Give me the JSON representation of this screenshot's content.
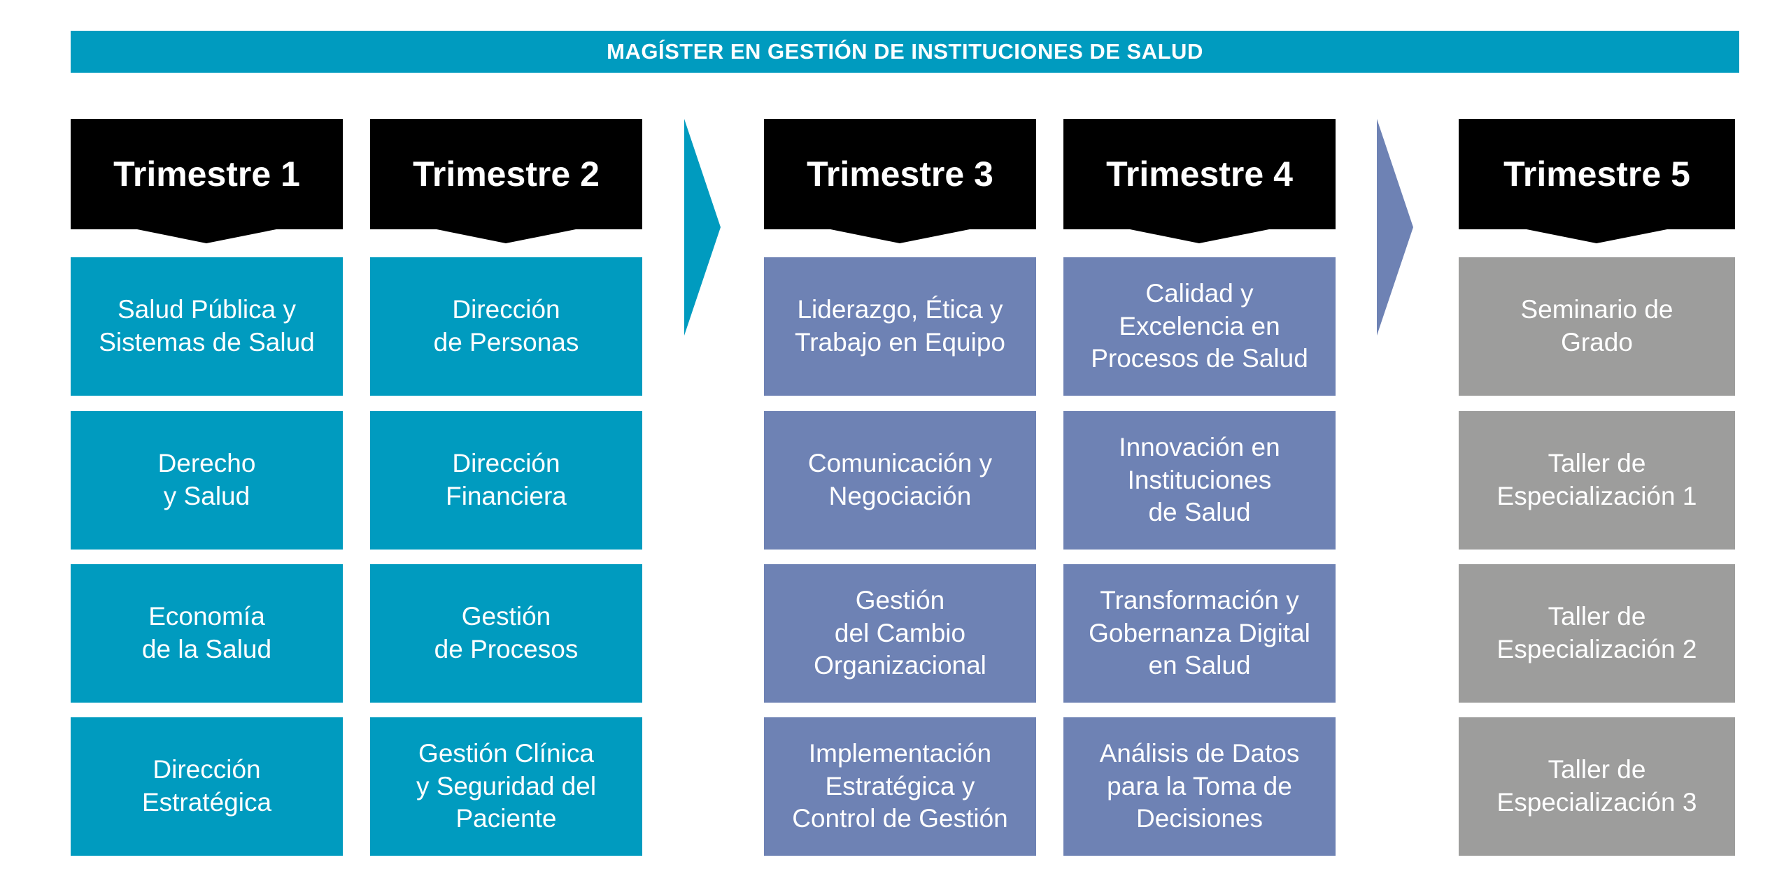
{
  "title": "MAGÍSTER EN GESTIÓN DE INSTITUCIONES DE SALUD",
  "colors": {
    "teal": "#009bbf",
    "blue": "#6e82b4",
    "gray": "#9d9d9c",
    "header": "#000000"
  },
  "columns": [
    {
      "header": "Trimestre 1",
      "courses": [
        "Salud Pública y\nSistemas de Salud",
        "Derecho\ny Salud",
        "Economía\nde la Salud",
        "Dirección\nEstratégica"
      ]
    },
    {
      "header": "Trimestre 2",
      "courses": [
        "Dirección\nde Personas",
        "Dirección\nFinanciera",
        "Gestión\nde Procesos",
        "Gestión Clínica\ny Seguridad del\nPaciente"
      ]
    },
    {
      "header": "Trimestre 3",
      "courses": [
        "Liderazgo, Ética y\nTrabajo en Equipo",
        "Comunicación y\nNegociación",
        "Gestión\ndel Cambio\nOrganizacional",
        "Implementación\nEstratégica y\nControl de Gestión"
      ]
    },
    {
      "header": "Trimestre 4",
      "courses": [
        "Calidad y\nExcelencia en\nProcesos de Salud",
        "Innovación en\nInstituciones\nde Salud",
        "Transformación y\nGobernanza Digital\nen Salud",
        "Análisis de Datos\npara la Toma de\nDecisiones"
      ]
    },
    {
      "header": "Trimestre 5",
      "courses": [
        "Seminario de\nGrado",
        "Taller de\nEspecialización 1",
        "Taller de\nEspecialización 2",
        "Taller de\nEspecialización 3"
      ]
    }
  ]
}
